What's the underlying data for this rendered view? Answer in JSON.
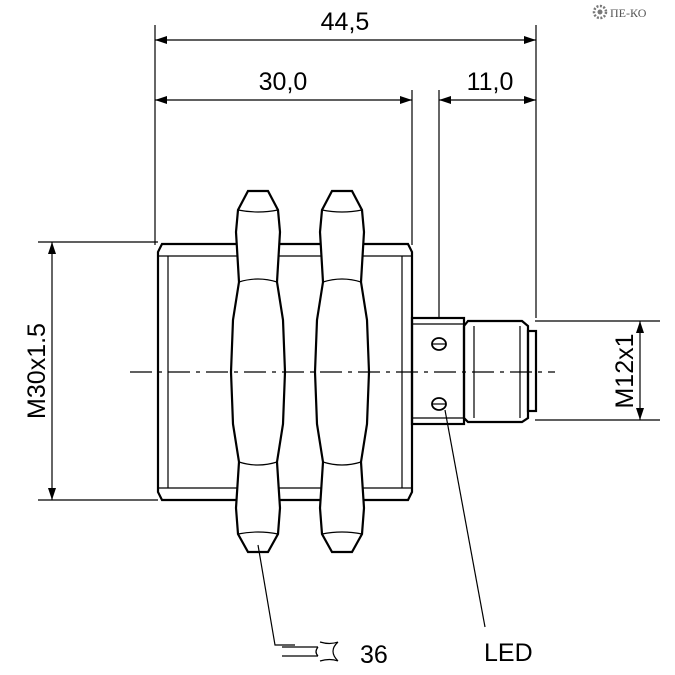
{
  "dimensions": {
    "overall_length": "44,5",
    "thread_length": "30,0",
    "connector_length": "11,0",
    "thread_diameter": "M30x1.5",
    "connector_thread": "M12x1"
  },
  "callouts": {
    "wrench_size": "36",
    "led": "LED"
  },
  "logo": {
    "text": "ПЕ-КО"
  }
}
